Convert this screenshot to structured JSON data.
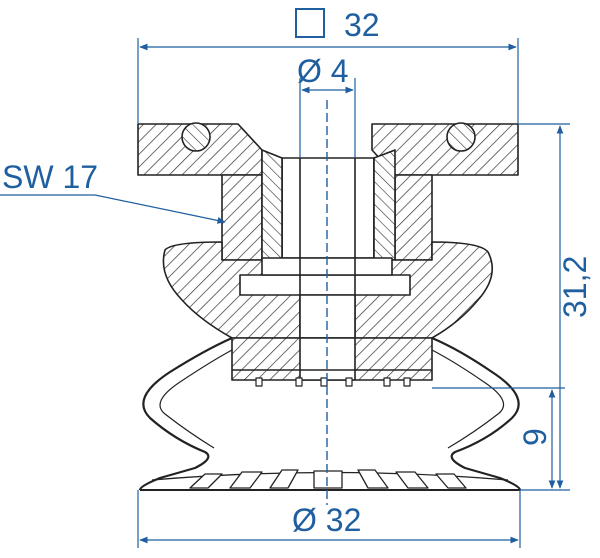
{
  "dimensions": {
    "square_top": "32",
    "bore_diameter": "Ø 4",
    "wrench_size": "SW 17",
    "height_total": "31,2",
    "height_bellows": "9",
    "bottom_diameter": "Ø 32"
  },
  "colors": {
    "dimension": "#1f5fa0",
    "outline": "#222222",
    "center_line": "#1f5fa0"
  },
  "symbols": {
    "square": "square-symbol"
  }
}
